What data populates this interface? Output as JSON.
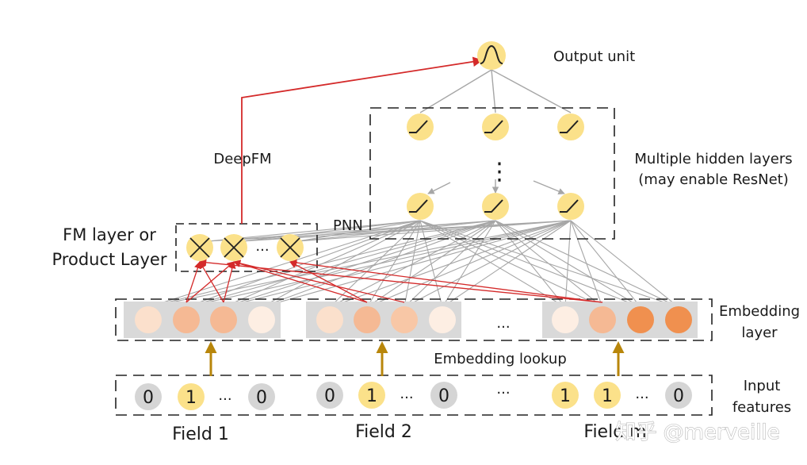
{
  "labels": {
    "output_unit": "Output unit",
    "hidden_line1": "Multiple hidden layers",
    "hidden_line2": "(may enable ResNet)",
    "deepfm": "DeepFM",
    "pnn": "PNN",
    "fm_line1": "FM layer or",
    "fm_line2": "Product Layer",
    "embedding_line1": "Embedding",
    "embedding_line2": "layer",
    "embedding_lookup": "Embedding lookup",
    "input_line1": "Input",
    "input_line2": "features",
    "field1": "Field 1",
    "field2": "Field 2",
    "field_m": "Field m",
    "ellipsis": "...",
    "vdots": "⋮"
  },
  "watermark": "知乎 @merveille",
  "inputs": {
    "field1": [
      "0",
      "1",
      "...",
      "0"
    ],
    "field2": [
      "0",
      "1",
      "...",
      "0"
    ],
    "field_m": [
      "1",
      "1",
      "...",
      "0"
    ]
  },
  "colors": {
    "unit_fill": "#fbe18a",
    "unit_edge": "#f4c430",
    "zero_fill": "#d5d5d5",
    "connection": "#a6a6a6",
    "red": "#d42a2a",
    "gold_arrow": "#b8860b",
    "embedding_band": "#d9d9d9",
    "embedding_shades": [
      "#fbe0cc",
      "#f5b994",
      "#f0904f"
    ]
  },
  "icons": {
    "output": "sigmoid-icon",
    "hidden": "relu-icon",
    "product": "cross-product-icon"
  }
}
